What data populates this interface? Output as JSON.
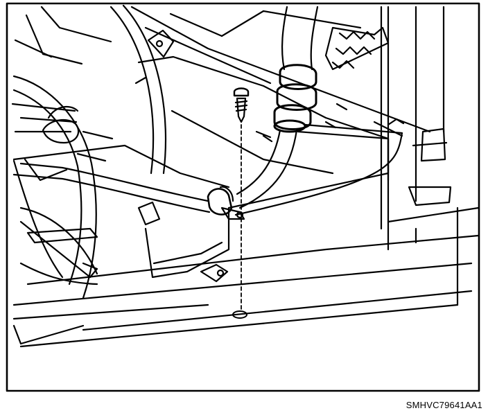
{
  "figure": {
    "code": "SMHVC79641AA1"
  },
  "parts": {
    "screw": "screw",
    "clip": "hose-clip",
    "hose": "ac-hose",
    "fan": "fan-shroud",
    "mounting_hole": "mounting-hole"
  }
}
